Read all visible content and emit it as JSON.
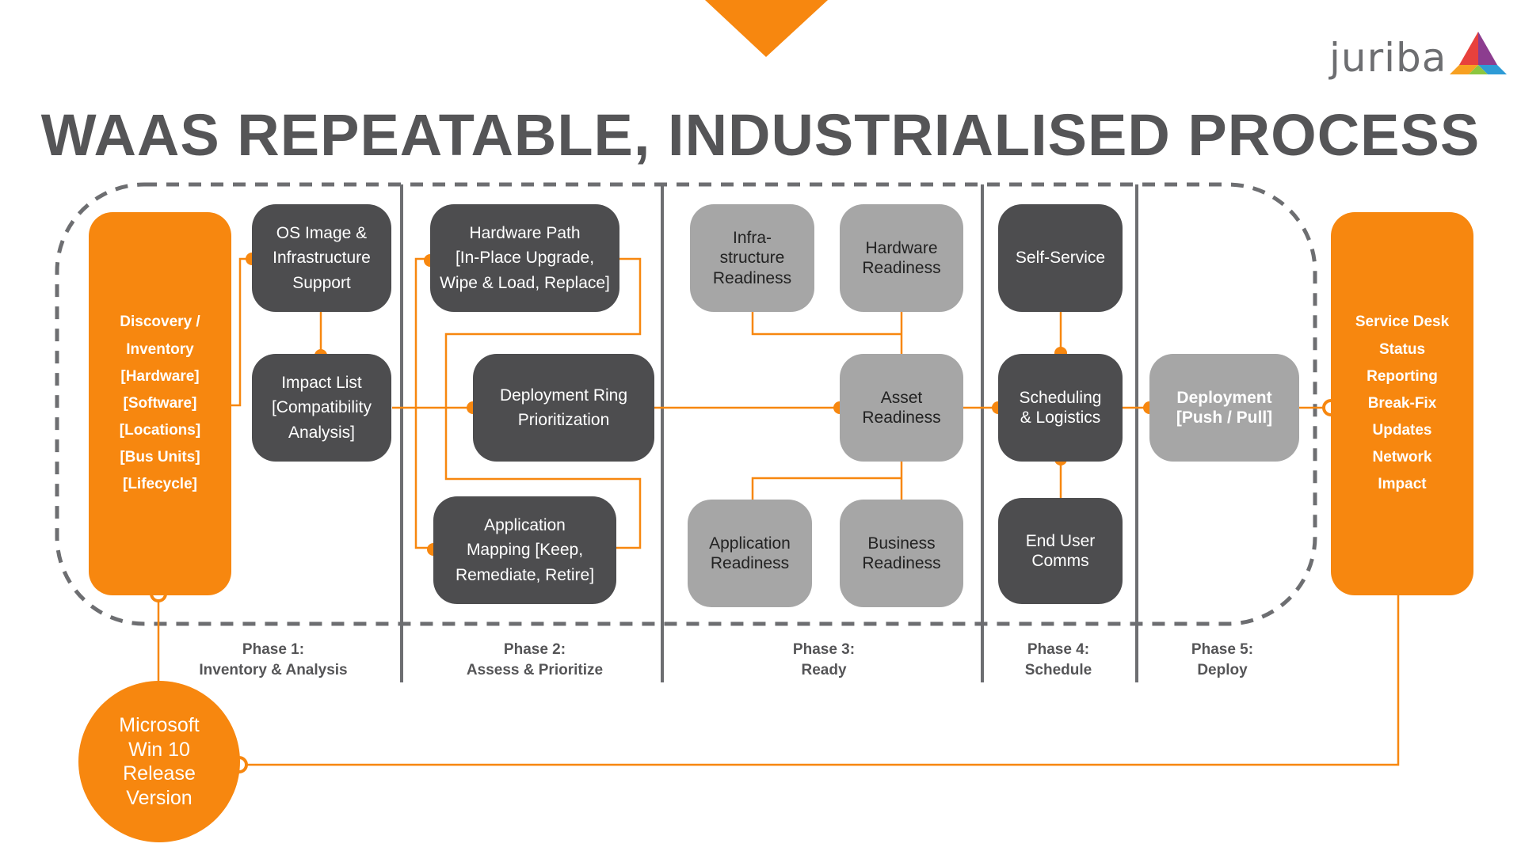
{
  "title": "WAAS REPEATABLE, INDUSTRIALISED PROCESS",
  "logo": {
    "text": "juriba",
    "icon": "juriba-triangle-logo-icon"
  },
  "colors": {
    "orange": "#f7870f",
    "dark": "#4d4d4f",
    "grey": "#a6a6a6",
    "text": "#555557"
  },
  "discovery_panel": {
    "items": [
      "Discovery /",
      "Inventory",
      "[Hardware]",
      "[Software]",
      "[Locations]",
      "[Bus Units]",
      "[Lifecycle]"
    ]
  },
  "service_panel": {
    "items": [
      "Service Desk",
      "Status",
      "Reporting",
      "Break-Fix",
      "Updates",
      "Network",
      "Impact"
    ]
  },
  "boxes": {
    "os_image": "OS Image &\nInfrastructure\nSupport",
    "impact_list": "Impact List\n[Compatibility\nAnalysis]",
    "hardware_path": "Hardware Path\n[In-Place Upgrade,\nWipe & Load, Replace]",
    "deployment_ring": "Deployment Ring\nPrioritization",
    "application_mapping": "Application\nMapping [Keep,\nRemediate, Retire]",
    "infra_readiness": "Infra-\nstructure\nReadiness",
    "hardware_readiness": "Hardware\nReadiness",
    "asset_readiness": "Asset\nReadiness",
    "application_readiness": "Application\nReadiness",
    "business_readiness": "Business\nReadiness",
    "self_service": "Self-Service",
    "scheduling": "Scheduling\n& Logistics",
    "end_user_comms": "End User\nComms",
    "deployment": "Deployment\n[Push / Pull]"
  },
  "phases": [
    {
      "label": "Phase 1:",
      "name": "Inventory & Analysis"
    },
    {
      "label": "Phase 2:",
      "name": "Assess & Prioritize"
    },
    {
      "label": "Phase 3:",
      "name": "Ready"
    },
    {
      "label": "Phase 4:",
      "name": "Schedule"
    },
    {
      "label": "Phase 5:",
      "name": "Deploy"
    }
  ],
  "release_circle": "Microsoft\nWin 10\nRelease\nVersion"
}
